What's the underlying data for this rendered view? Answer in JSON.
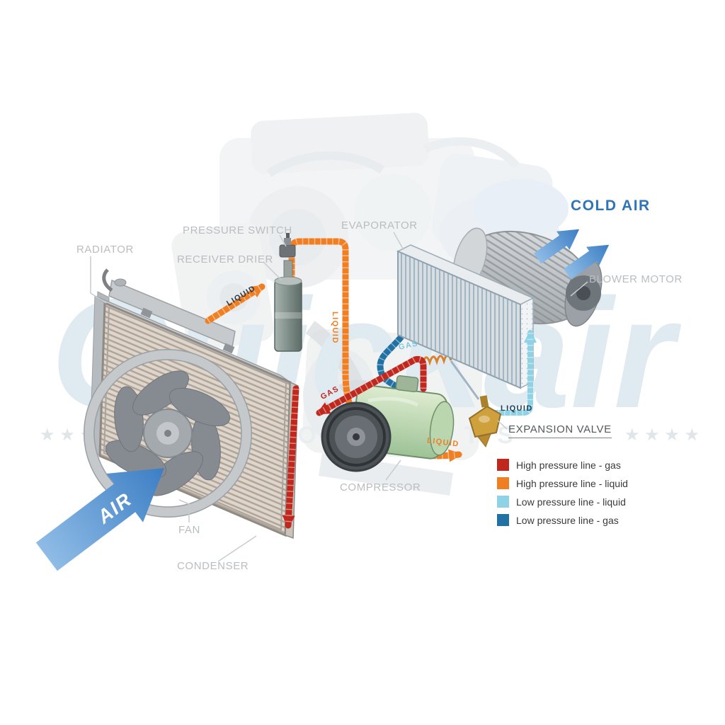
{
  "watermark": {
    "text": "Quickair",
    "subtext": "AUTO PARTS",
    "stars_left": "★ ★ ★",
    "stars_right": "★ ★ ★ ★"
  },
  "labels": {
    "radiator": "RADIATOR",
    "pressure_switch": "PRESSURE SWITCH",
    "receiver_drier": "RECEIVER DRIER",
    "evaporator": "EVAPORATOR",
    "cold_air": "COLD AIR",
    "blower_motor": "BLOWER MOTOR",
    "expansion_valve": "EXPANSION VALVE",
    "compressor": "COMPRESSOR",
    "fan": "FAN",
    "condenser": "CONDENSER",
    "air": "AIR"
  },
  "flow_labels": {
    "liquid_to_drier": "LIQUID",
    "liquid_down": "LIQUID",
    "gas_low": "GAS",
    "gas_high": "GAS",
    "liquid_low": "LIQUID",
    "liquid_to_valve": "LIQUID"
  },
  "legend": {
    "items": [
      {
        "color": "#c0281e",
        "label": "High pressure line - gas"
      },
      {
        "color": "#f07f24",
        "label": "High pressure line - liquid"
      },
      {
        "color": "#8fd2e6",
        "label": "Low pressure line - liquid"
      },
      {
        "color": "#2271a4",
        "label": "Low pressure line -  gas"
      }
    ]
  },
  "colors": {
    "high_pressure_gas": "#c0281e",
    "high_pressure_liquid": "#f07f24",
    "low_pressure_liquid": "#8fd2e6",
    "low_pressure_gas": "#2271a4",
    "cold_air_text": "#2e74b8",
    "air_arrow": "#4a86c8"
  }
}
